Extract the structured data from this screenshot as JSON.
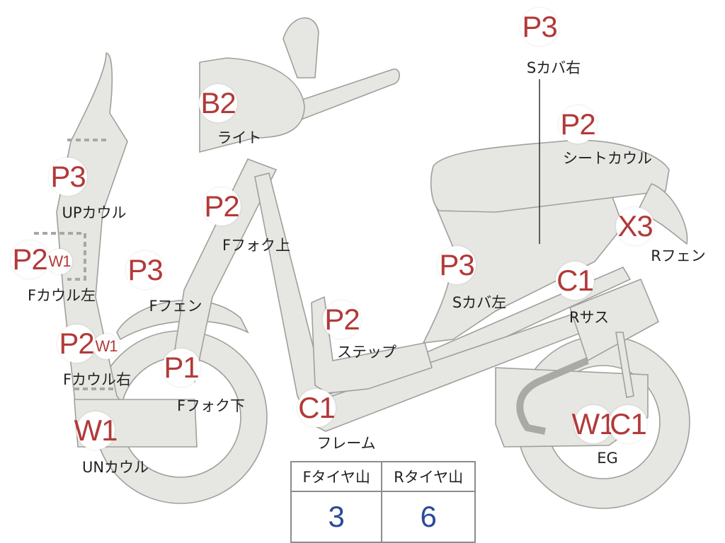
{
  "colors": {
    "code": "#b23a3a",
    "count": "#2b4a9a",
    "part_fill": "#e6e6e2",
    "part_stroke": "#9fa09b"
  },
  "parts": [
    {
      "id": "scover-right",
      "code": "P3",
      "label": "Sカバ右"
    },
    {
      "id": "light",
      "code": "B2",
      "label": "ライト"
    },
    {
      "id": "seat-cowl",
      "code": "P2",
      "label": "シートカウル"
    },
    {
      "id": "up-cowl",
      "code": "P3",
      "label": "UPカウル"
    },
    {
      "id": "ffork-upper",
      "code": "P2",
      "label": "Fフォク上"
    },
    {
      "id": "r-fender",
      "code": "X3",
      "label": "Rフェン"
    },
    {
      "id": "fcowl-left",
      "code": "P2",
      "extra": "W1",
      "label": "Fカウル左"
    },
    {
      "id": "f-fender",
      "code": "P3",
      "label": "Fフェン"
    },
    {
      "id": "scover-left",
      "code": "P3",
      "label": "Sカバ左"
    },
    {
      "id": "r-sus",
      "code": "C1",
      "label": "Rサス"
    },
    {
      "id": "step",
      "code": "P2",
      "label": "ステップ"
    },
    {
      "id": "fcowl-right",
      "code": "P2",
      "extra": "W1",
      "label": "Fカウル右"
    },
    {
      "id": "ffork-lower",
      "code": "P1",
      "label": "Fフォク下"
    },
    {
      "id": "frame",
      "code": "C1",
      "label": "フレーム"
    },
    {
      "id": "un-cowl",
      "code": "W1",
      "label": "UNカウル"
    },
    {
      "id": "eg",
      "code": "W1",
      "extra": "C1",
      "label": "EG"
    }
  ],
  "tire_table": {
    "headers": [
      "Fタイヤ山",
      "Rタイヤ山"
    ],
    "values": [
      "3",
      "6"
    ]
  }
}
